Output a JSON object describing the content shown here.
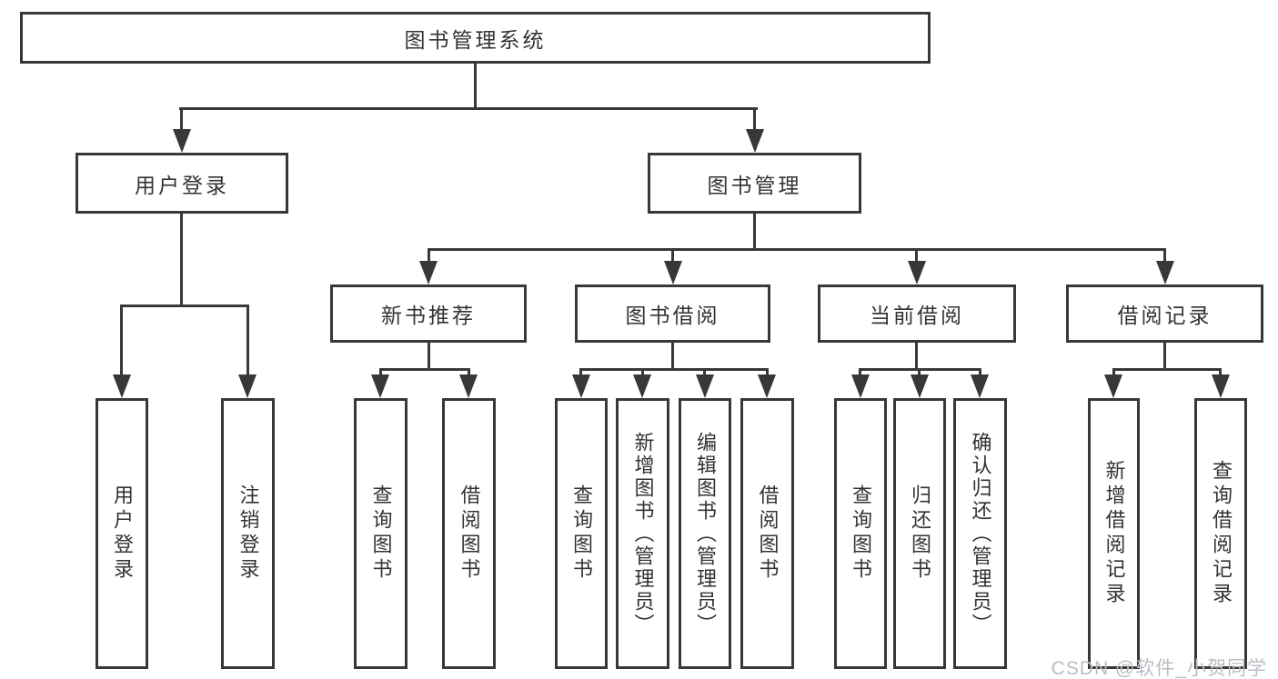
{
  "diagram": {
    "root": {
      "label": "图书管理系统"
    },
    "level2": [
      {
        "label": "用户登录"
      },
      {
        "label": "图书管理"
      }
    ],
    "level3": [
      {
        "label": "新书推荐"
      },
      {
        "label": "图书借阅"
      },
      {
        "label": "当前借阅"
      },
      {
        "label": "借阅记录"
      }
    ],
    "leaves": {
      "login": [
        "用户登录",
        "注销登录"
      ],
      "recommend": [
        "查询图书",
        "借阅图书"
      ],
      "borrow": [
        "查询图书",
        "新增图书（管理员）",
        "编辑图书（管理员）",
        "借阅图书"
      ],
      "current": [
        "查询图书",
        "归还图书",
        "确认归还（管理员）"
      ],
      "record": [
        "新增借阅记录",
        "查询借阅记录"
      ]
    }
  },
  "watermark": {
    "text": "CSDN @软件_小贺同学"
  },
  "colors": {
    "line": "#383838",
    "text": "#333333",
    "background": "#ffffff",
    "watermark": "#b9bdc3"
  }
}
